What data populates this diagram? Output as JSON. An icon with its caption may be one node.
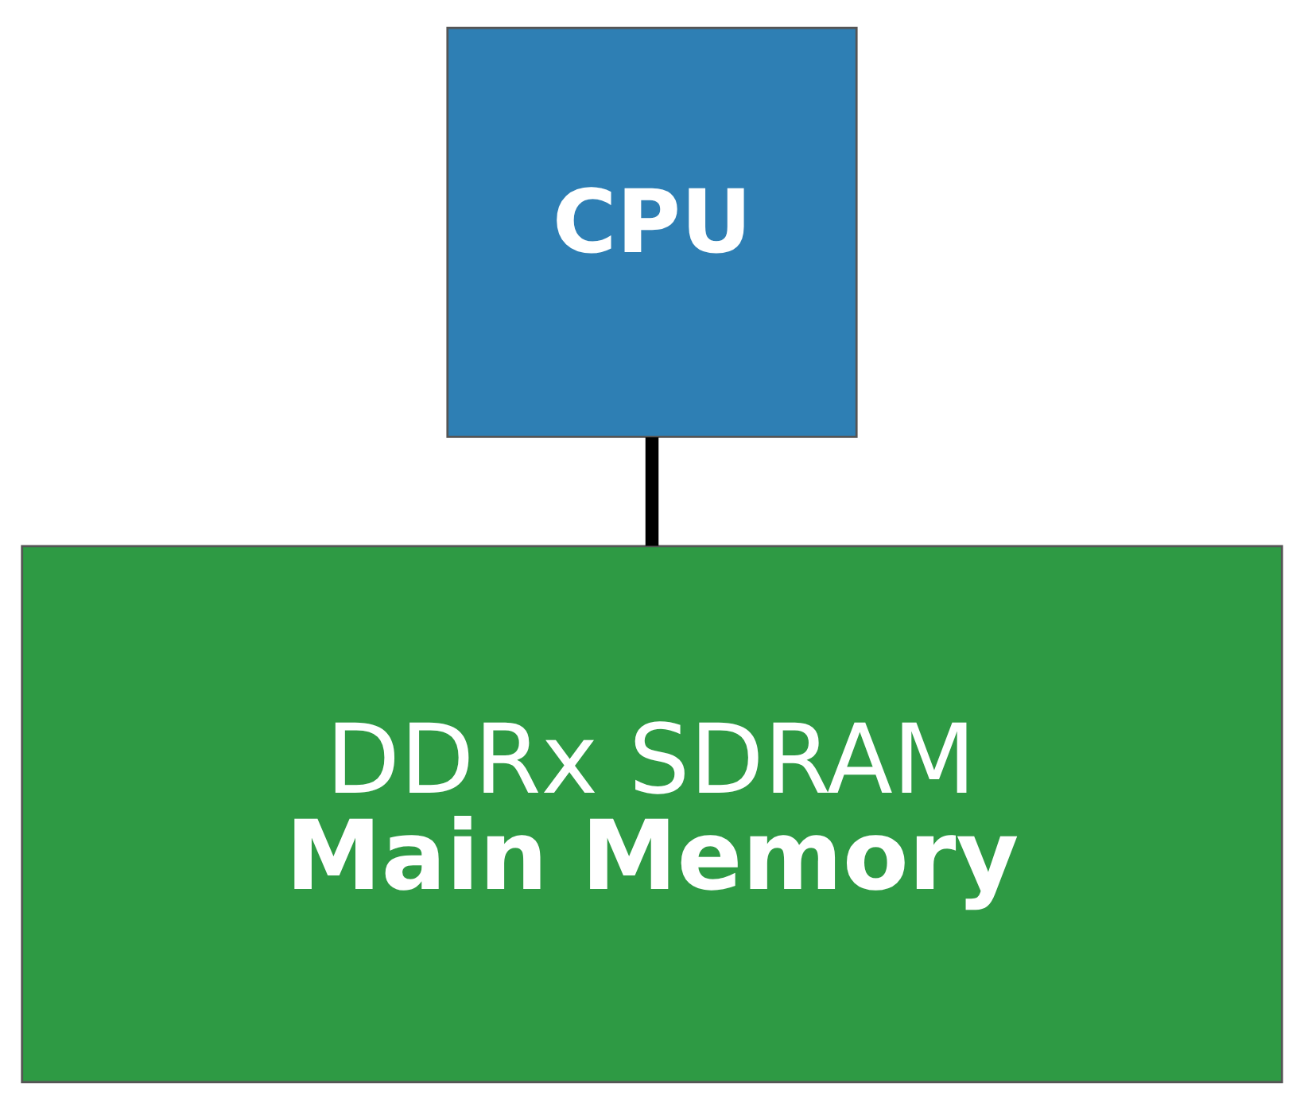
{
  "diagram": {
    "nodes": [
      {
        "text": [
          "CPU"
        ]
      },
      {
        "text": [
          "DDRx SDRAM",
          "Main Memory"
        ]
      }
    ],
    "edges": [
      {
        "from": 0,
        "to": 1,
        "arrow": "none"
      }
    ]
  }
}
